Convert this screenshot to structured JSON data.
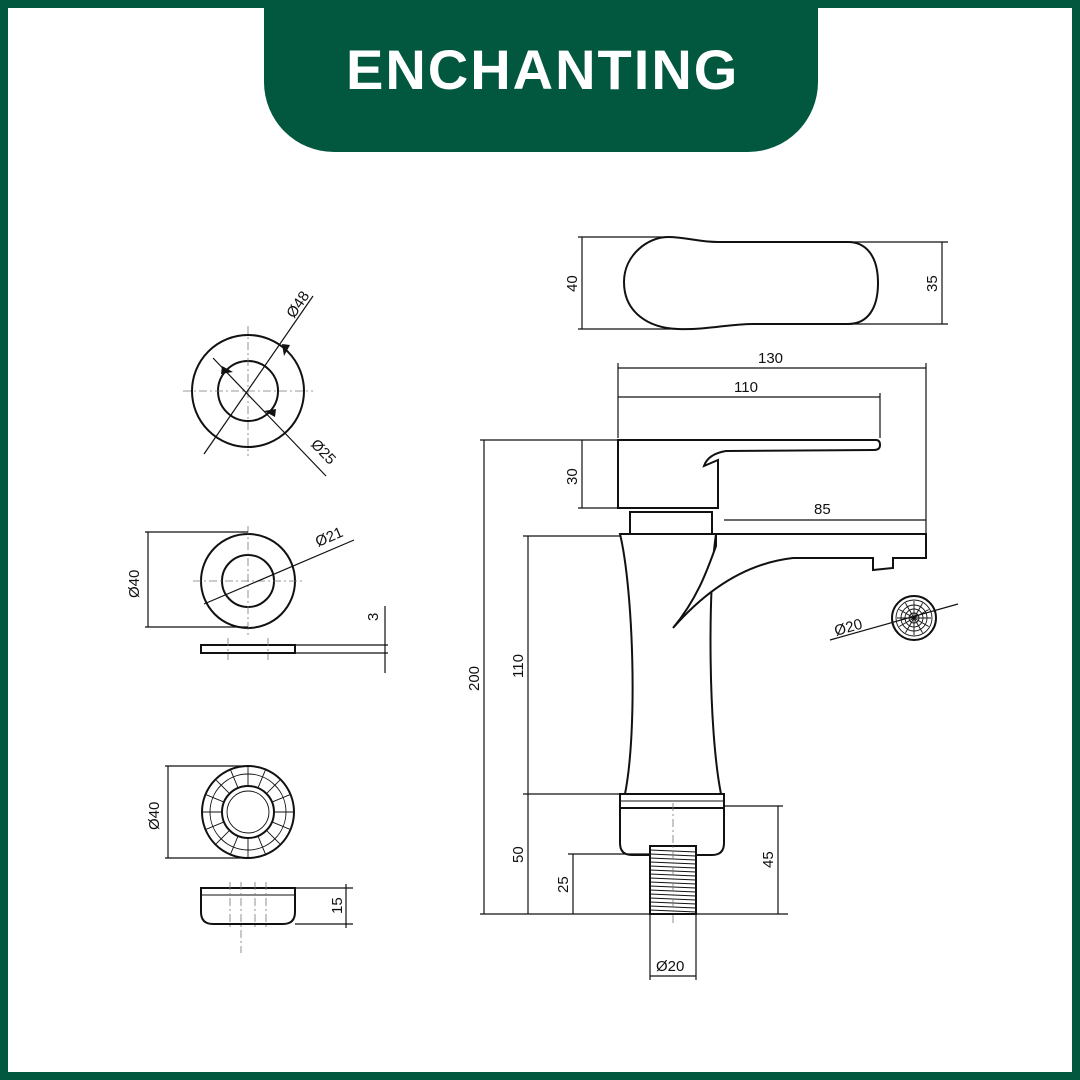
{
  "brand": {
    "name": "ENCHANTING",
    "color": "#02573f"
  },
  "dimensions": {
    "handle_top_height": "40",
    "handle_top_width": "35",
    "overall_length": "130",
    "handle_length": "110",
    "body_top_height": "30",
    "spout_reach": "85",
    "overall_height": "200",
    "body_height": "110",
    "base_height": "50",
    "thread_length": "25",
    "base_to_thread": "45",
    "thread_diameter": "Ø20",
    "aerator_diameter": "Ø20",
    "cover_outer": "Ø48",
    "cover_inner": "Ø25",
    "washer_outer": "Ø40",
    "washer_inner": "Ø21",
    "washer_thickness": "3",
    "nut_diameter": "Ø40",
    "nut_height": "15"
  }
}
